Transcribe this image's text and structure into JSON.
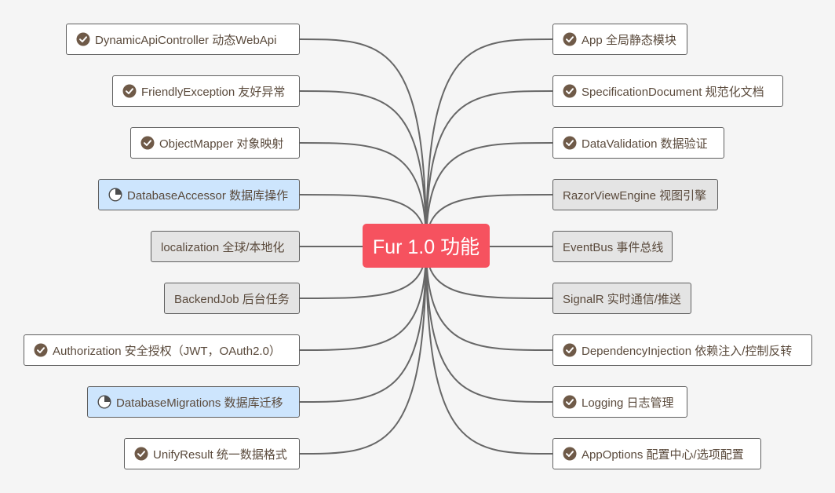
{
  "center": {
    "label": "Fur 1.0 功能"
  },
  "colors": {
    "center_bg": "#f6525f",
    "line": "#676767",
    "done_bg": "#ffffff",
    "progress_bg": "#cde5fd",
    "todo_bg": "#e4e4e4",
    "text": "#5a4a3c"
  },
  "left": [
    {
      "label": "DynamicApiController 动态WebApi",
      "status": "done",
      "icon": "check-circle-icon"
    },
    {
      "label": "FriendlyException 友好异常",
      "status": "done",
      "icon": "check-circle-icon"
    },
    {
      "label": "ObjectMapper 对象映射",
      "status": "done",
      "icon": "check-circle-icon"
    },
    {
      "label": "DatabaseAccessor 数据库操作",
      "status": "progress",
      "icon": "progress-pie-icon"
    },
    {
      "label": "localization 全球/本地化",
      "status": "todo",
      "icon": ""
    },
    {
      "label": "BackendJob 后台任务",
      "status": "todo",
      "icon": ""
    },
    {
      "label": "Authorization 安全授权（JWT，OAuth2.0）",
      "status": "done",
      "icon": "check-circle-icon"
    },
    {
      "label": "DatabaseMigrations 数据库迁移",
      "status": "progress",
      "icon": "progress-pie-icon"
    },
    {
      "label": "UnifyResult 统一数据格式",
      "status": "done",
      "icon": "check-circle-icon"
    }
  ],
  "right": [
    {
      "label": "App 全局静态模块",
      "status": "done",
      "icon": "check-circle-icon"
    },
    {
      "label": "SpecificationDocument 规范化文档",
      "status": "done",
      "icon": "check-circle-icon"
    },
    {
      "label": "DataValidation 数据验证",
      "status": "done",
      "icon": "check-circle-icon"
    },
    {
      "label": "RazorViewEngine 视图引擎",
      "status": "todo",
      "icon": ""
    },
    {
      "label": "EventBus 事件总线",
      "status": "todo",
      "icon": ""
    },
    {
      "label": "SignalR 实时通信/推送",
      "status": "todo",
      "icon": ""
    },
    {
      "label": "DependencyInjection 依赖注入/控制反转",
      "status": "done",
      "icon": "check-circle-icon"
    },
    {
      "label": "Logging 日志管理",
      "status": "done",
      "icon": "check-circle-icon"
    },
    {
      "label": "AppOptions 配置中心/选项配置",
      "status": "done",
      "icon": "check-circle-icon"
    }
  ]
}
